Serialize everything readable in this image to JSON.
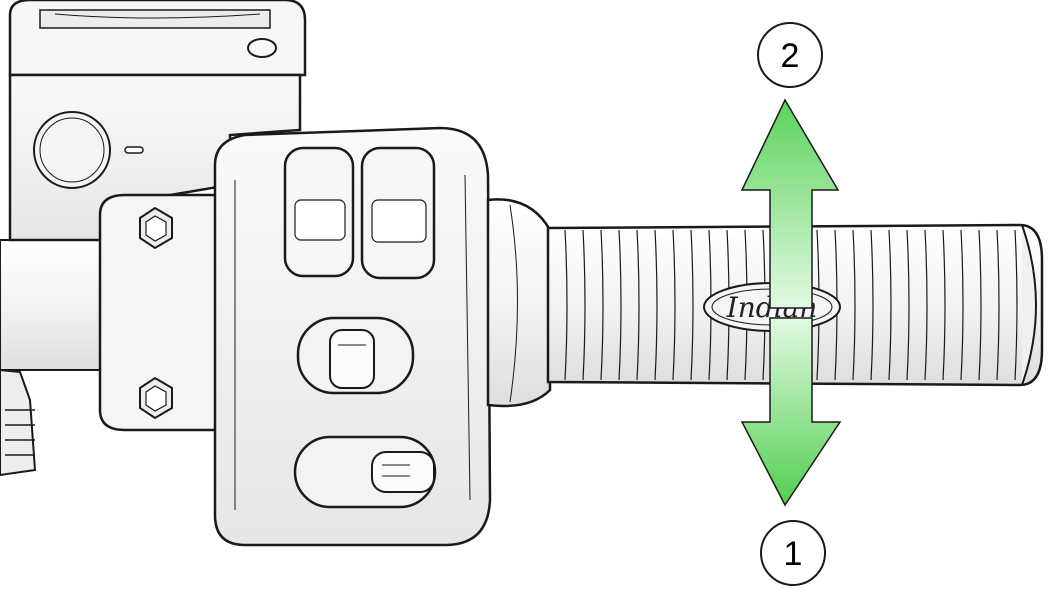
{
  "diagram": {
    "callouts": [
      {
        "id": "up",
        "label": "2"
      },
      {
        "id": "down",
        "label": "1"
      }
    ],
    "grip_logo_text": "Indian",
    "arrow_color": "#5bd35b",
    "arrow_highlight": "#d8f7d8",
    "part_fill": "#f2f2f2",
    "line_color": "#1a1a1a"
  }
}
